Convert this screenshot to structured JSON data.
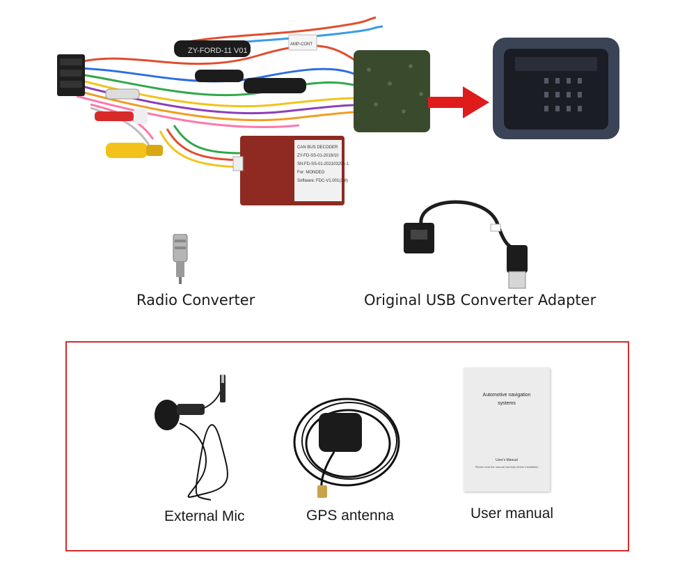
{
  "top_captions": {
    "radio_converter": "Radio Converter",
    "usb_adapter": "Original USB Converter Adapter"
  },
  "box_items": {
    "mic": "External Mic",
    "gps": "GPS antenna",
    "manual": "User manual"
  },
  "manual_cover": {
    "title_line1": "Automotive navigation",
    "title_line2": "systems",
    "subtitle": "User's Manual",
    "note": "Please read the manual carefully before installation"
  },
  "labels": {
    "harness_tag": "ZY-FORD-11 V01",
    "amp_tag": "AMP-CONT",
    "decoder_line1": "CAN BUS DECODER",
    "decoder_line2": "ZY-FD-SS-01-2019/10",
    "decoder_line3": "SN:FD-SS-01-202103256-1",
    "decoder_line4": "For: MONDEO",
    "decoder_line5": "Software: FDC-V1.001(2-8)"
  },
  "colors": {
    "frame_border": "#d32a2a",
    "arrow": "#e01b1b",
    "caption_text": "#1a1a1a"
  }
}
